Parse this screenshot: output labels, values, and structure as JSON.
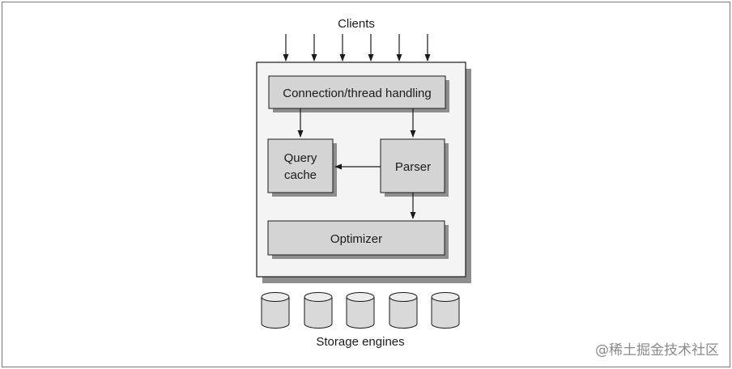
{
  "diagram": {
    "clients_label": "Clients",
    "storage_label": "Storage engines",
    "boxes": {
      "connection": "Connection/thread handling",
      "query_cache_line1": "Query",
      "query_cache_line2": "cache",
      "parser": "Parser",
      "optimizer": "Optimizer"
    },
    "client_arrow_count": 6,
    "storage_engine_count": 5,
    "watermark": "@稀土掘金技术社区"
  },
  "colors": {
    "box_fill": "#d4d4d4",
    "server_fill": "#f4f4f4",
    "shadow": "#8e8e8e",
    "stroke": "#1a1a1a",
    "cylinder_fill": "#d9d9d9"
  }
}
